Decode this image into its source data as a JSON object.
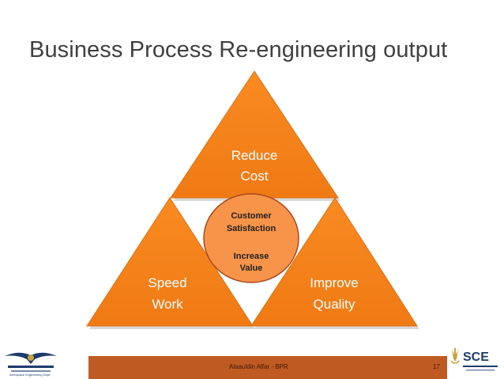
{
  "slide": {
    "title": "Business Process Re-engineering output",
    "footer_text": "Alaauldin Alfar - BPR",
    "page_number": "17"
  },
  "diagram": {
    "top_triangle": {
      "line1": "Reduce",
      "line2": "Cost"
    },
    "left_triangle": {
      "line1": "Speed",
      "line2": "Work"
    },
    "right_triangle": {
      "line1": "Improve",
      "line2": "Quality"
    },
    "center_circle": {
      "line1": "Customer",
      "line2": "Satisfaction",
      "line3": "Increase",
      "line4": "Value"
    }
  },
  "logos": {
    "left_logo_caption": "Aerospace Engineering Dept",
    "right_logo_mark": "SCE"
  },
  "colors": {
    "triangle_fill": "#f5821f",
    "triangle_edge": "#d96a10",
    "circle_fill": "#f7944a",
    "circle_edge": "#a84a1a",
    "footer_bar": "#bf5a22",
    "title_text": "#404040"
  }
}
